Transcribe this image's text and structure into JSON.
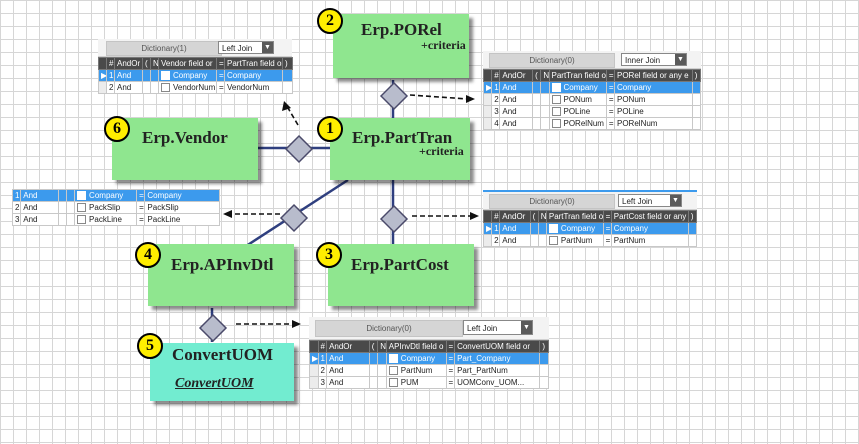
{
  "nodes": [
    {
      "id": "porel",
      "badge": "2",
      "title": "Erp.PORel",
      "subtitle": "+criteria"
    },
    {
      "id": "vendor",
      "badge": "6",
      "title": "Erp.Vendor"
    },
    {
      "id": "parttran",
      "badge": "1",
      "title": "Erp.PartTran",
      "subtitle": "+criteria"
    },
    {
      "id": "apinvdtl",
      "badge": "4",
      "title": "Erp.APInvDtl"
    },
    {
      "id": "partcost",
      "badge": "3",
      "title": "Erp.PartCost"
    },
    {
      "id": "convertuom",
      "badge": "5",
      "title": "ConvertUOM",
      "subtitle": "ConvertUOM"
    }
  ],
  "colors": {
    "node_fill": "#8fe68f",
    "uom_fill": "#72ecd0",
    "badge": "#ffee00",
    "link": "#2f3f7f",
    "selected_row": "#3c9aed"
  },
  "panels": {
    "vendor": {
      "dictionary": "Dictionary(1)",
      "join": "Left Join",
      "headers": [
        "#",
        "AndOr",
        "(",
        "N",
        "Vendor field or",
        "=",
        "PartTran field or any",
        ")"
      ],
      "rows": [
        {
          "num": "1",
          "andor": "And",
          "field": "Company",
          "op": "=",
          "value": "Company"
        },
        {
          "num": "2",
          "andor": "And",
          "field": "VendorNum",
          "op": "=",
          "value": "VendorNum"
        }
      ]
    },
    "porel": {
      "dictionary": "Dictionary(0)",
      "join": "Inner Join",
      "headers": [
        "#",
        "AndOr",
        "(",
        "N",
        "PartTran field o",
        "=",
        "PORel field or any e",
        ")"
      ],
      "rows": [
        {
          "num": "1",
          "andor": "And",
          "field": "Company",
          "op": "=",
          "value": "Company"
        },
        {
          "num": "2",
          "andor": "And",
          "field": "PONum",
          "op": "=",
          "value": "PONum"
        },
        {
          "num": "3",
          "andor": "And",
          "field": "POLine",
          "op": "=",
          "value": "POLine"
        },
        {
          "num": "4",
          "andor": "And",
          "field": "PORelNum",
          "op": "=",
          "value": "PORelNum"
        }
      ]
    },
    "apinv": {
      "rows": [
        {
          "num": "1",
          "andor": "And",
          "field": "Company",
          "op": "=",
          "value": "Company"
        },
        {
          "num": "2",
          "andor": "And",
          "field": "PackSlip",
          "op": "=",
          "value": "PackSlip"
        },
        {
          "num": "3",
          "andor": "And",
          "field": "PackLine",
          "op": "=",
          "value": "PackLine"
        }
      ]
    },
    "partcost": {
      "dictionary": "Dictionary(0)",
      "join": "Left Join",
      "headers": [
        "#",
        "AndOr",
        "(",
        "N",
        "PartTran field o",
        "=",
        "PartCost field or any",
        ")"
      ],
      "rows": [
        {
          "num": "1",
          "andor": "And",
          "field": "Company",
          "op": "=",
          "value": "Company"
        },
        {
          "num": "2",
          "andor": "And",
          "field": "PartNum",
          "op": "=",
          "value": "PartNum"
        }
      ]
    },
    "uom": {
      "dictionary": "Dictionary(0)",
      "join": "Left Join",
      "headers": [
        "#",
        "AndOr",
        "(",
        "N",
        "APInvDtl field o",
        "=",
        "ConvertUOM field or",
        ")"
      ],
      "rows": [
        {
          "num": "1",
          "andor": "And",
          "field": "Company",
          "op": "=",
          "value": "Part_Company"
        },
        {
          "num": "2",
          "andor": "And",
          "field": "PartNum",
          "op": "=",
          "value": "Part_PartNum"
        },
        {
          "num": "3",
          "andor": "And",
          "field": "PUM",
          "op": "=",
          "value": "UOMConv_UOM..."
        }
      ]
    }
  }
}
